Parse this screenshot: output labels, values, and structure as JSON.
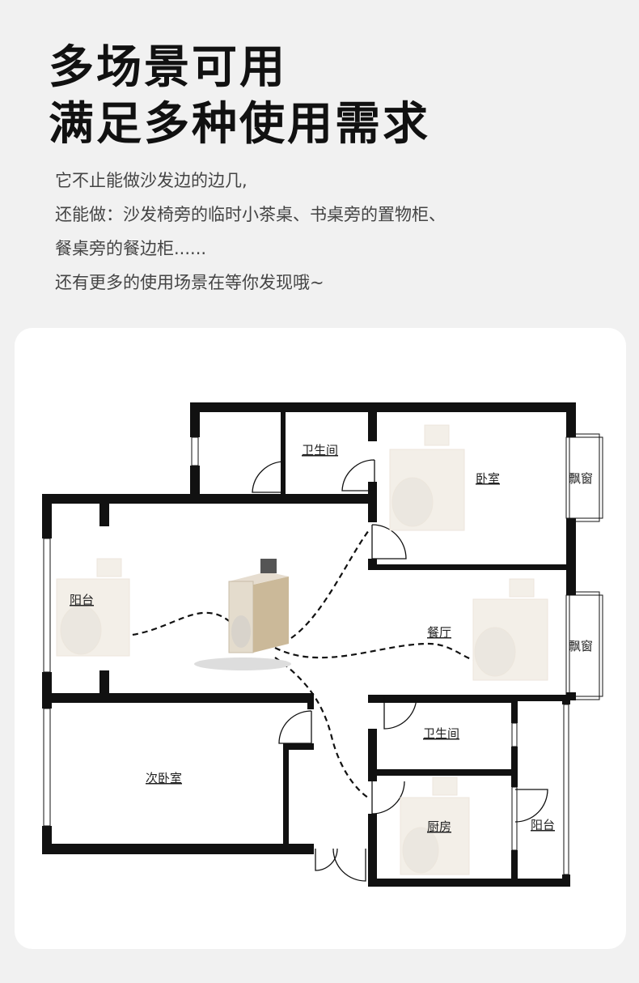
{
  "heading": {
    "line1": "多场景可用",
    "line2": "满足多种使用需求"
  },
  "description": [
    "它不止能做沙发边的边几,",
    "还能做：沙发椅旁的临时小茶桌、书桌旁的置物柜、",
    "餐桌旁的餐边柜......",
    "还有更多的使用场景在等你发现哦~"
  ],
  "floorplan": {
    "rooms": {
      "bathroom_top": "卫生间",
      "bedroom": "卧室",
      "bay_window_top": "飘窗",
      "balcony_left": "阳台",
      "dining": "餐厅",
      "bay_window_mid": "飘窗",
      "bathroom_bottom": "卫生间",
      "second_bedroom": "次卧室",
      "kitchen": "厨房",
      "balcony_right": "阳台"
    }
  },
  "colors": {
    "wall": "#111111",
    "background": "#f1f1f1",
    "cabinet": "#d9cdb9",
    "ghost_cabinet": "#f3efe8"
  }
}
